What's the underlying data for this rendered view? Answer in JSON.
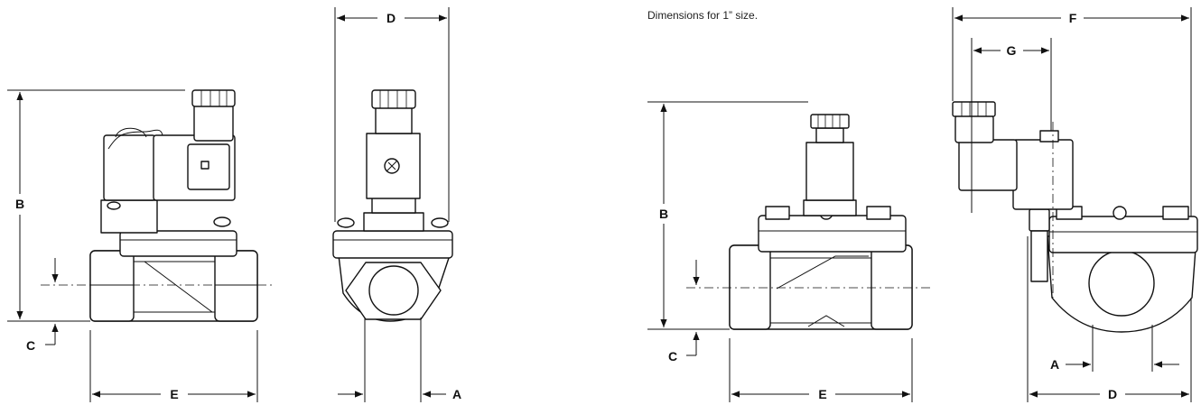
{
  "note": "Dimensions for 1” size.",
  "labels": {
    "A": "A",
    "B": "B",
    "C": "C",
    "D": "D",
    "E": "E",
    "F": "F",
    "G": "G"
  },
  "views": [
    {
      "name": "small-valve-side-view"
    },
    {
      "name": "small-valve-front-view"
    },
    {
      "name": "large-valve-side-view"
    },
    {
      "name": "large-valve-front-view"
    }
  ]
}
